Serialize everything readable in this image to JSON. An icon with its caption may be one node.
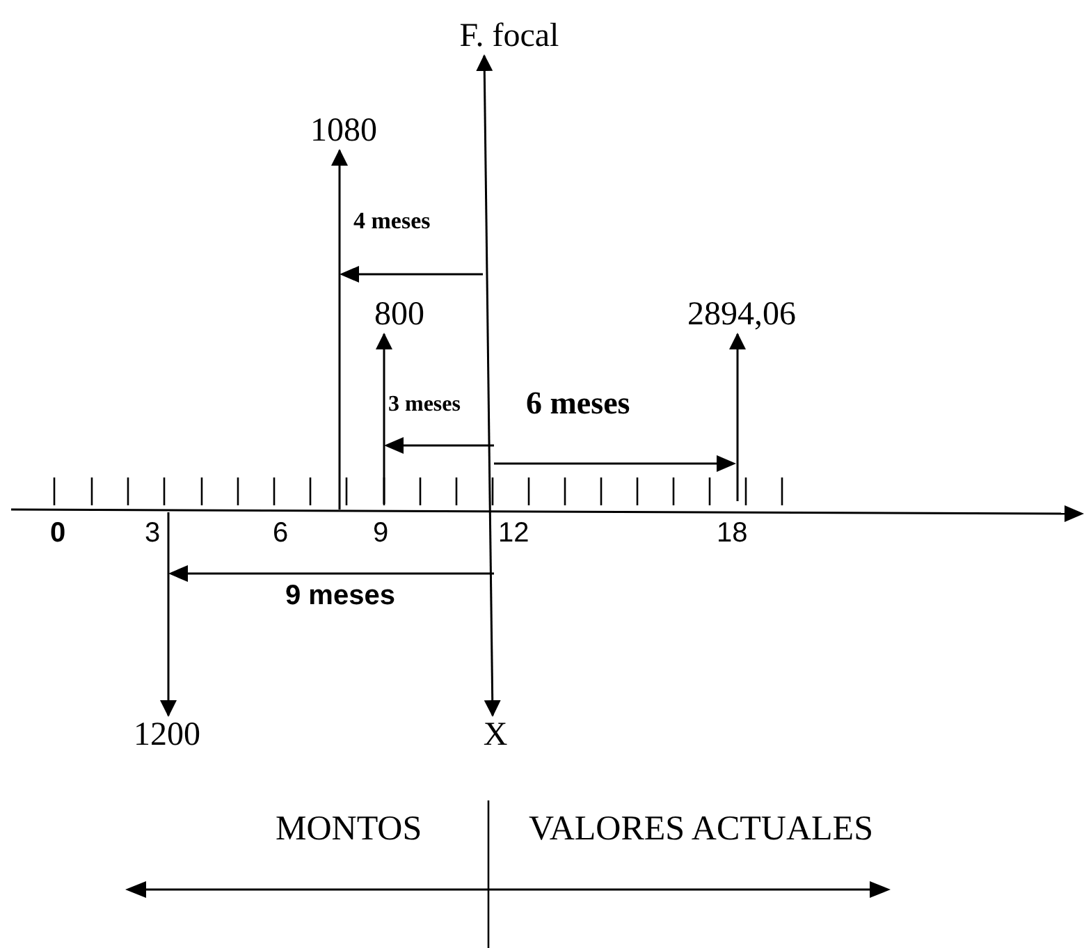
{
  "diagram": {
    "nodes": [
      {
        "text": [
          "F. focal"
        ]
      },
      {
        "text": [
          "1080"
        ]
      },
      {
        "text": [
          "800"
        ]
      },
      {
        "text": [
          "2894,06"
        ]
      },
      {
        "text": [
          "1200"
        ]
      },
      {
        "text": [
          "X"
        ]
      }
    ],
    "edges": [
      {
        "from": null,
        "to": 1,
        "arrow": "to"
      },
      {
        "from": null,
        "to": 2,
        "arrow": "to"
      },
      {
        "from": null,
        "to": 3,
        "arrow": "to"
      },
      {
        "from": 5,
        "to": 0,
        "arrow": "both"
      },
      {
        "from": null,
        "to": 4,
        "arrow": "to"
      }
    ],
    "labels": [
      "4 meses",
      "3 meses",
      "6 meses",
      "0",
      "3",
      "6",
      "9",
      "12",
      "18",
      "9 meses",
      "MONTOS",
      "VALORES ACTUALES"
    ]
  }
}
